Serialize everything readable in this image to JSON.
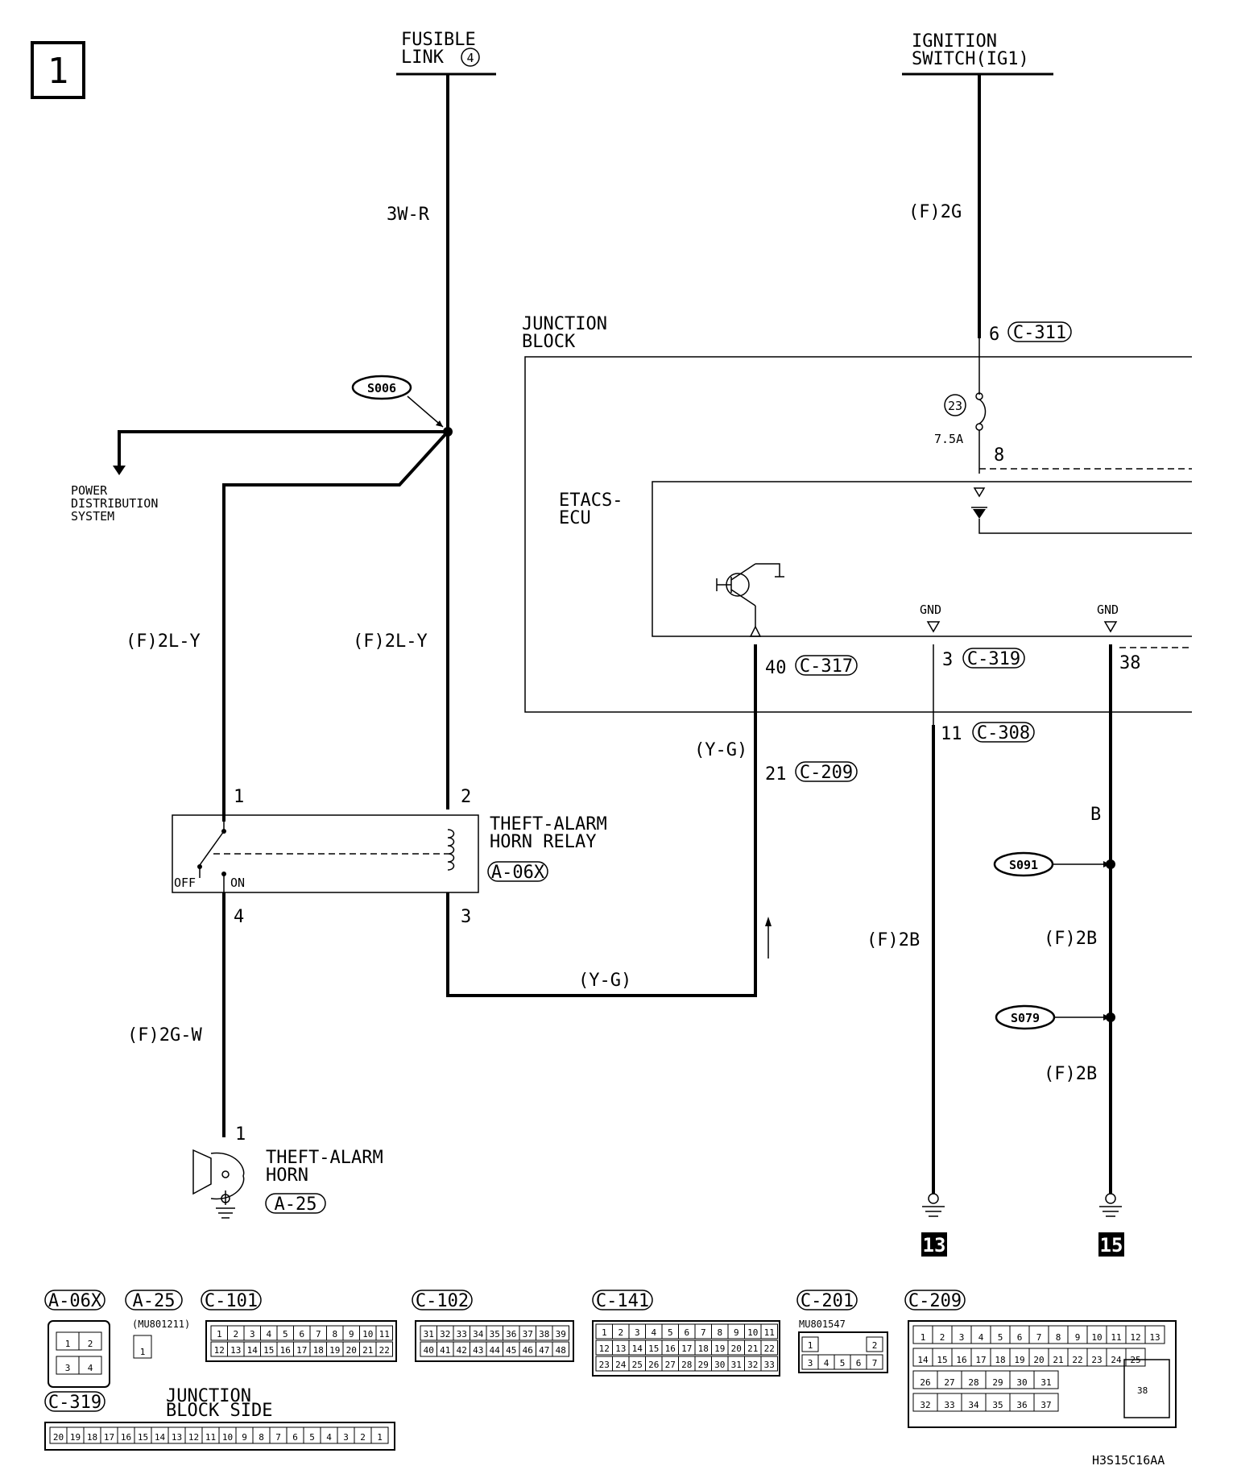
{
  "page_number": "1",
  "sources": {
    "fusible_link": {
      "line1": "FUSIBLE",
      "line2": "LINK",
      "number": "4"
    },
    "ignition_switch": {
      "line1": "IGNITION",
      "line2": "SWITCH(IG1)"
    }
  },
  "wires": {
    "w_3wr": "3W-R",
    "w_2g": "(F)2G",
    "w_2ly_left": "(F)2L-Y",
    "w_2ly_right": "(F)2L-Y",
    "w_yg_top": "(Y-G)",
    "w_yg_bottom": "(Y-G)",
    "w_2gw": "(F)2G-W",
    "w_2b_left": "(F)2B",
    "w_2b_right1": "(F)2B",
    "w_2b_right2": "(F)2B",
    "w_b": "B"
  },
  "splices": {
    "s006": "S006",
    "s091": "S091",
    "s079": "S079"
  },
  "power_distribution": [
    "POWER",
    "DISTRIBUTION",
    "SYSTEM"
  ],
  "junction_block": {
    "line1": "JUNCTION",
    "line2": "BLOCK"
  },
  "etacs": {
    "line1": "ETACS-",
    "line2": "ECU"
  },
  "fuse": {
    "number": "23",
    "rating": "7.5A"
  },
  "pins": {
    "p6": "6",
    "p8": "8",
    "p40": "40",
    "p3": "3",
    "p38": "38",
    "p11": "11",
    "p21": "21",
    "relay_1": "1",
    "relay_2": "2",
    "relay_3": "3",
    "relay_4": "4",
    "horn_1": "1"
  },
  "connectors": {
    "c311": "C-311",
    "c317": "C-317",
    "c319": "C-319",
    "c308": "C-308",
    "c209": "C-209",
    "a06x": "A-06X",
    "a25": "A-25"
  },
  "gnd": "GND",
  "relay": {
    "line1": "THEFT-ALARM",
    "line2": "HORN RELAY",
    "off": "OFF",
    "on": "ON"
  },
  "horn": {
    "line1": "THEFT-ALARM",
    "line2": "HORN"
  },
  "ground_refs": {
    "g13": "13",
    "g15": "15"
  },
  "connector_legend": {
    "a06x": {
      "label": "A-06X",
      "pins": [
        "1",
        "2",
        "3",
        "4"
      ]
    },
    "a25": {
      "label": "A-25",
      "part": "(MU801211)",
      "pins": [
        "1"
      ]
    },
    "c101": {
      "label": "C-101",
      "row1": [
        "1",
        "2",
        "3",
        "4",
        "5",
        "6",
        "7",
        "8",
        "9",
        "10",
        "11"
      ],
      "row2": [
        "12",
        "13",
        "14",
        "15",
        "16",
        "17",
        "18",
        "19",
        "20",
        "21",
        "22"
      ]
    },
    "c102": {
      "label": "C-102",
      "row1": [
        "31",
        "32",
        "33",
        "34",
        "35",
        "36",
        "37",
        "38",
        "39"
      ],
      "row2": [
        "40",
        "41",
        "42",
        "43",
        "44",
        "45",
        "46",
        "47",
        "48"
      ]
    },
    "c141": {
      "label": "C-141",
      "row1": [
        "1",
        "2",
        "3",
        "4",
        "5",
        "6",
        "7",
        "8",
        "9",
        "10",
        "11"
      ],
      "row2": [
        "12",
        "13",
        "14",
        "15",
        "16",
        "17",
        "18",
        "19",
        "20",
        "21",
        "22"
      ],
      "row3": [
        "23",
        "24",
        "25",
        "26",
        "27",
        "28",
        "29",
        "30",
        "31",
        "32",
        "33"
      ]
    },
    "c201": {
      "label": "C-201",
      "part": "MU801547",
      "row1": [
        "1",
        "2"
      ],
      "row2": [
        "3",
        "4",
        "5",
        "6",
        "7"
      ]
    },
    "c209": {
      "label": "C-209",
      "row1": [
        "1",
        "2",
        "3",
        "4",
        "5",
        "6",
        "7",
        "8",
        "9",
        "10",
        "11",
        "12",
        "13"
      ],
      "row2": [
        "14",
        "15",
        "16",
        "17",
        "18",
        "19",
        "20",
        "21",
        "22",
        "23",
        "24",
        "25"
      ],
      "row3": [
        "26",
        "27",
        "28",
        "29",
        "30",
        "31"
      ],
      "row4": [
        "32",
        "33",
        "34",
        "35",
        "36",
        "37"
      ],
      "big": "38"
    },
    "c319": {
      "label": "C-319",
      "side": [
        "JUNCTION",
        "BLOCK SIDE"
      ],
      "pins": [
        "20",
        "19",
        "18",
        "17",
        "16",
        "15",
        "14",
        "13",
        "12",
        "11",
        "10",
        "9",
        "8",
        "7",
        "6",
        "5",
        "4",
        "3",
        "2",
        "1"
      ]
    }
  },
  "figure_code": "H3S15C16AA"
}
